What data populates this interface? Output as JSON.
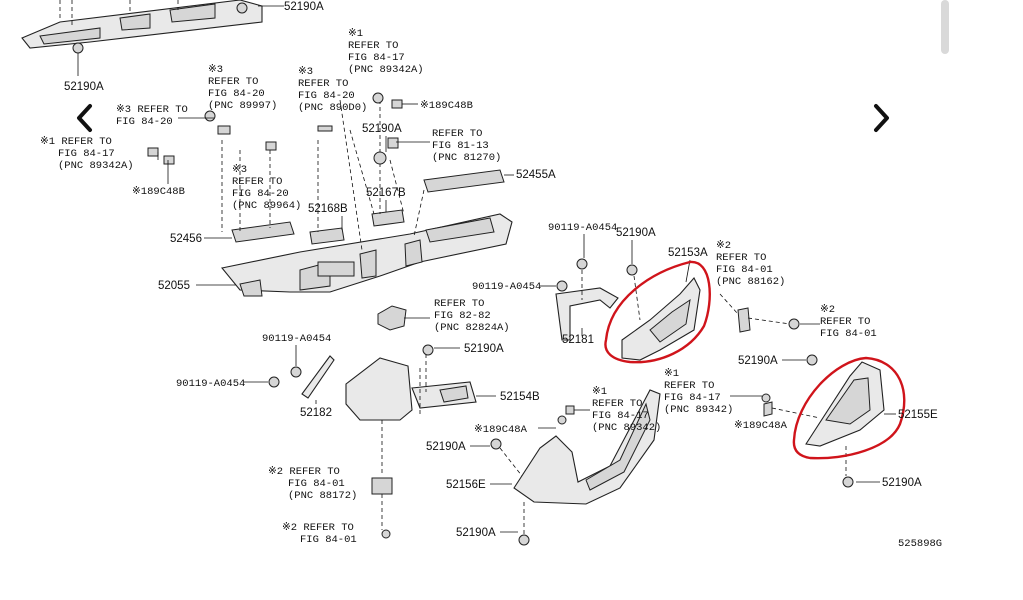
{
  "navigation": {
    "prev_symbol": "<",
    "next_symbol": ">"
  },
  "diagram_code": "525898G",
  "pnc": {
    "p52190A_topleft": "52190A",
    "p52190A_topright": "52190A",
    "p52190A_mid": "52190A",
    "p52455A": "52455A",
    "p52168B": "52168B",
    "p52167B": "52167B",
    "p52456": "52456",
    "p52055": "52055",
    "p90119_a": "90119-A0454",
    "p52190A_b": "52190A",
    "p52153A": "52153A",
    "p90119_b": "90119-A0454",
    "p52181": "52181",
    "p90119_c": "90119-A0454",
    "p52190A_c": "52190A",
    "p90119_d": "90119-A0454",
    "p52182": "52182",
    "p52154B": "52154B",
    "p52190A_d": "52190A",
    "p52155E": "52155E",
    "p52190A_e": "52190A",
    "p52190A_f": "52190A",
    "p52156E": "52156E",
    "p52190A_g": "52190A"
  },
  "notes": {
    "n1_top": [
      "※1",
      "REFER TO",
      "FIG 84-17",
      "(PNC 89342A)"
    ],
    "n3_a": [
      "※3",
      "REFER TO",
      "FIG 84-20",
      "(PNC 89997)"
    ],
    "n3_b": [
      "※3",
      "REFER TO",
      "FIG 84-20",
      "(PNC 890D0)"
    ],
    "n189_top": "※189C48B",
    "n3_left": [
      "※3 REFER TO",
      "FIG 84-20"
    ],
    "n1_left": [
      "※1 REFER TO",
      "FIG 84-17",
      "(PNC 89342A)"
    ],
    "n_ref8113": [
      "REFER TO",
      "FIG 81-13",
      "(PNC 81270)"
    ],
    "n189_left": "※189C48B",
    "n3_c": [
      "※3",
      "REFER TO",
      "FIG 84-20",
      "(PNC 89964)"
    ],
    "n2_a": [
      "※2",
      "REFER TO",
      "FIG 84-01",
      "(PNC 88162)"
    ],
    "n2_b": [
      "※2",
      "REFER TO",
      "FIG 84-01"
    ],
    "n_ref8282": [
      "REFER TO",
      "FIG 82-82",
      "(PNC 82824A)"
    ],
    "n1_mid": [
      "※1",
      "REFER TO",
      "FIG 84-17",
      "(PNC 89342)"
    ],
    "n189_mid": "※189C48A",
    "n1_right": [
      "※1",
      "REFER TO",
      "FIG 84-17",
      "(PNC 89342)"
    ],
    "n189_right": "※189C48A",
    "n2_c": [
      "※2 REFER TO",
      "FIG 84-01",
      "(PNC 88172)"
    ],
    "n2_d": [
      "※2 REFER TO",
      "FIG 84-01"
    ]
  }
}
